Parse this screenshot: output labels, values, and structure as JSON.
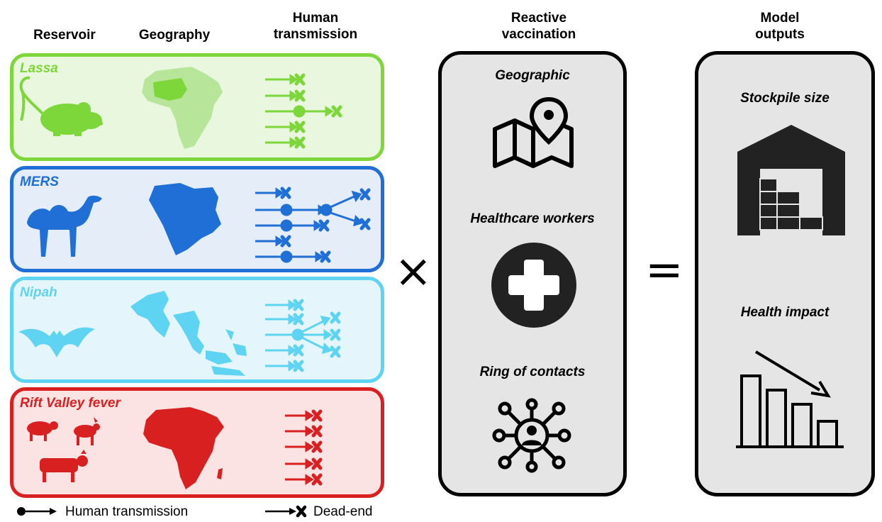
{
  "headers": {
    "reservoir": "Reservoir",
    "geography": "Geography",
    "human_transmission": [
      "Human",
      "transmission"
    ],
    "reactive_vaccination": [
      "Reactive",
      "vaccination"
    ],
    "model_outputs": [
      "Model",
      "outputs"
    ]
  },
  "pathogens": [
    {
      "name": "Lassa",
      "color": "#7dd63a",
      "bg": "#e8f7dd"
    },
    {
      "name": "MERS",
      "color": "#1f6fd6",
      "bg": "#e4edf8"
    },
    {
      "name": "Nipah",
      "color": "#5fd4f2",
      "bg": "#e4f6fc"
    },
    {
      "name": "Rift Valley fever",
      "color": "#d92020",
      "bg": "#fbe3e3"
    }
  ],
  "operators": {
    "times": "×",
    "equals": "="
  },
  "vaccination": {
    "geographic": "Geographic",
    "healthcare": "Healthcare workers",
    "ring": "Ring of contacts"
  },
  "outputs": {
    "stockpile": "Stockpile size",
    "impact": "Health impact"
  },
  "legend": {
    "transmission": "Human transmission",
    "dead_end": "Dead-end"
  }
}
